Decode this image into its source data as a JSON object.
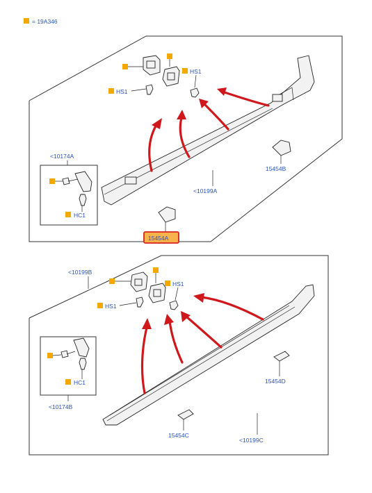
{
  "legend": {
    "equals_text": "= 19A346"
  },
  "labels": {
    "hs1_top_left": "HS1",
    "hs1_top_right": "HS1",
    "ref_10174A": "<10174A",
    "hc1_top": "HC1",
    "ref_10199A": "<10199A",
    "part_15454B": "15454B",
    "part_15454A": "15454A",
    "ref_10199B": "<10199B",
    "hs1_bot_left": "HS1",
    "hs1_bot_right": "HS1",
    "hc1_bot": "HC1",
    "ref_10174B": "<10174B",
    "part_15454D": "15454D",
    "part_15454C": "15454C",
    "ref_10199C": "<10199C"
  },
  "colors": {
    "label_blue": "#2a52be",
    "marker_orange": "#f5a800",
    "arrow_red": "#d0171c",
    "highlight_red": "#d62020",
    "highlight_fill": "#f7b24b"
  }
}
